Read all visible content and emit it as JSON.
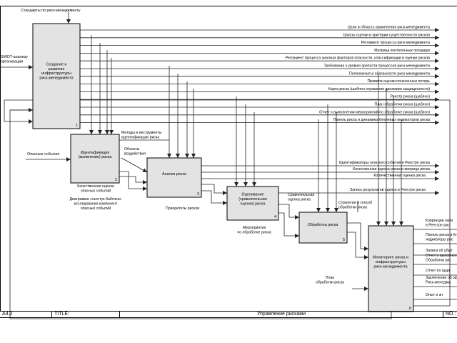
{
  "diagram": {
    "boxes": [
      {
        "id": "b1",
        "label": [
          "Создание и",
          "развитие",
          "инфраструктуры",
          "риск-менеджмента"
        ],
        "number": "1"
      },
      {
        "id": "b2",
        "label": [
          "Идентификация",
          "(выявление) риска"
        ],
        "number": "2"
      },
      {
        "id": "b3",
        "label": [
          "Анализ риска"
        ],
        "number": "3"
      },
      {
        "id": "b4",
        "label": [
          "Оценивание",
          "(сравнительная",
          "оценка) риска"
        ],
        "number": "4"
      },
      {
        "id": "b5",
        "label": [
          "Обработка риска"
        ],
        "number": "5"
      },
      {
        "id": "b6",
        "label": [
          "Мониторинг риска и",
          "инфраструктуры",
          "риск-менеджмента"
        ],
        "number": "6"
      }
    ],
    "control_input": "Стандарты по риск-менеджменту",
    "swot_input": [
      "SWOT-анализу",
      "организации"
    ],
    "hazard_input": "Опасные события",
    "b1_outputs": [
      "Цели и область применения риск-менеджмента",
      "Шкалы оценки и критерии существенности рисков",
      "Регламент процесса риск-менеджмента",
      "Матрица контрольных процедур",
      "Регламент процесса анализа факторов опасности, классификации и оценки рисков",
      "Требования к уровню зрелости процессов риск-менеджмента",
      "Полномочия и обязанности риск-менеджмента",
      "Правила оценки понесенных потерь",
      "Карта риска (шаблон отражения динамики защищенности)",
      "Реестр риска (шаблон)",
      "План обработки риска (шаблон)",
      "Отчет о выполнении мероприятий по обработке риска (шаблон)",
      "Панель риска и динамика Ключевых индикаторов риска"
    ],
    "labels": {
      "methods": [
        "Методы и инструменты",
        "идентификации риска"
      ],
      "objects": [
        "Объекты",
        "воздействия"
      ],
      "qualitative": [
        "Качественная оценка",
        "опасных событий"
      ],
      "bowtie": [
        "Диаграмма «галстук-бабочка»",
        "исследования компонент",
        "опасных событий"
      ],
      "priorities": "Приоритеты рисков",
      "measures": [
        "Мероприятия",
        "по обработке риска"
      ],
      "comparative": [
        "Сравнительная",
        "оценка риска"
      ],
      "strategy": [
        "Стратегия и способ",
        "обработки риска"
      ],
      "plan": [
        "План",
        "обработки риска"
      ],
      "ids_registry": "Идентификаторы опасного события в Реестре риска",
      "qual_matrix": "Качественная оценка риска и матрица риска",
      "quant": "Количественная оценка риска",
      "record_results": "Запись результатов оценки в Реестре риска"
    },
    "m_outputs": [
      [
        "Коррекции запи",
        "в Реестре рис"
      ],
      [
        "Панель риска и Клю",
        "индикаторы рис"
      ],
      [
        "Записи об убыт"
      ],
      [
        "Отчет о выполнени",
        "Обработки рис"
      ],
      [
        "Отчет по ауди"
      ],
      [
        "Заключение об эфф",
        "Риск-менеджм"
      ],
      [
        "Опыт и зн"
      ]
    ]
  },
  "footer": {
    "node": "A4.2",
    "title_label": "TITLE:",
    "title": "Управление рисками",
    "number_label": "NO.:"
  }
}
